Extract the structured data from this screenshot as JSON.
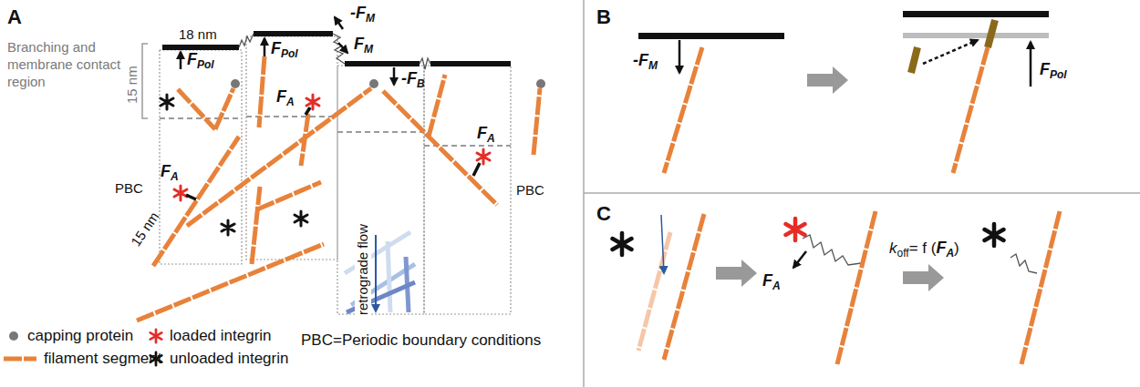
{
  "diagram": {
    "labels": [
      "A",
      "18 nm",
      "Branching and membrane contact region",
      "15 nm",
      "F",
      "Pol",
      "F",
      "Pol",
      "-F",
      "M",
      "F",
      "M",
      "-F",
      "B",
      "F",
      "A",
      "F",
      "A",
      "F",
      "A",
      "PBC",
      "15 nm",
      "retrograde flow",
      "PBC",
      "PBC=Periodic boundary conditions",
      "B",
      "-F",
      "M",
      "F",
      "Pol",
      "C",
      "F",
      "A",
      "k",
      "off",
      "= f (",
      "F",
      "A",
      ")"
    ],
    "legend": [
      {
        "text": "capping protein"
      },
      {
        "text": "filament segment"
      },
      {
        "text": "loaded integrin"
      },
      {
        "text": "unloaded integrin"
      }
    ]
  }
}
